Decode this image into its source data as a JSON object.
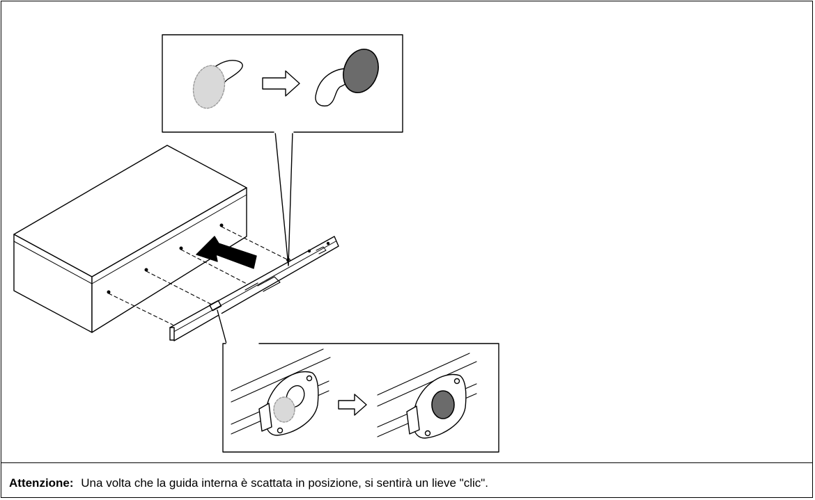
{
  "note": {
    "label": "Attenzione:",
    "text": "Una volta che la guida interna è scattata in posizione, si sentirà un lieve \"clic\"."
  },
  "figure": {
    "callout_top": {
      "before": "unlocked-pin",
      "after": "locked-pin"
    },
    "callout_bottom": {
      "before": "unlocked-latch",
      "after": "locked-latch"
    },
    "colors": {
      "pin_unlocked": "#d9d9d9",
      "pin_locked": "#6b6b6b",
      "line": "#000000"
    }
  }
}
